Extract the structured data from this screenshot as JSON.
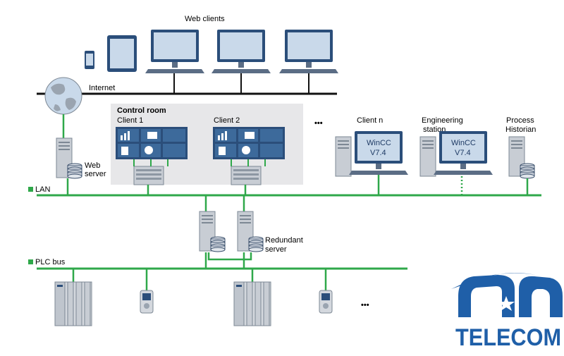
{
  "labels": {
    "web_clients": "Web clients",
    "internet": "Internet",
    "control_room": "Control room",
    "client1": "Client 1",
    "client2": "Client 2",
    "dots": "•••",
    "client_n": "Client n",
    "engineering": [
      "Engineering",
      "station"
    ],
    "historian": [
      "Process",
      "Historian"
    ],
    "web_server": [
      "Web",
      "server"
    ],
    "lan": "LAN",
    "redundant_server": [
      "Redundant",
      "server"
    ],
    "plc_bus": "PLC bus"
  },
  "wincc": [
    "WinCC",
    "V7.4"
  ],
  "logo": {
    "text": "TELECOM"
  },
  "colors": {
    "bus_black": "#111111",
    "network_green": "#2fa84a",
    "panel_gray": "#e7e7e9",
    "device_blue": "#2b4e7a",
    "logo_blue": "#1f5fa8"
  }
}
